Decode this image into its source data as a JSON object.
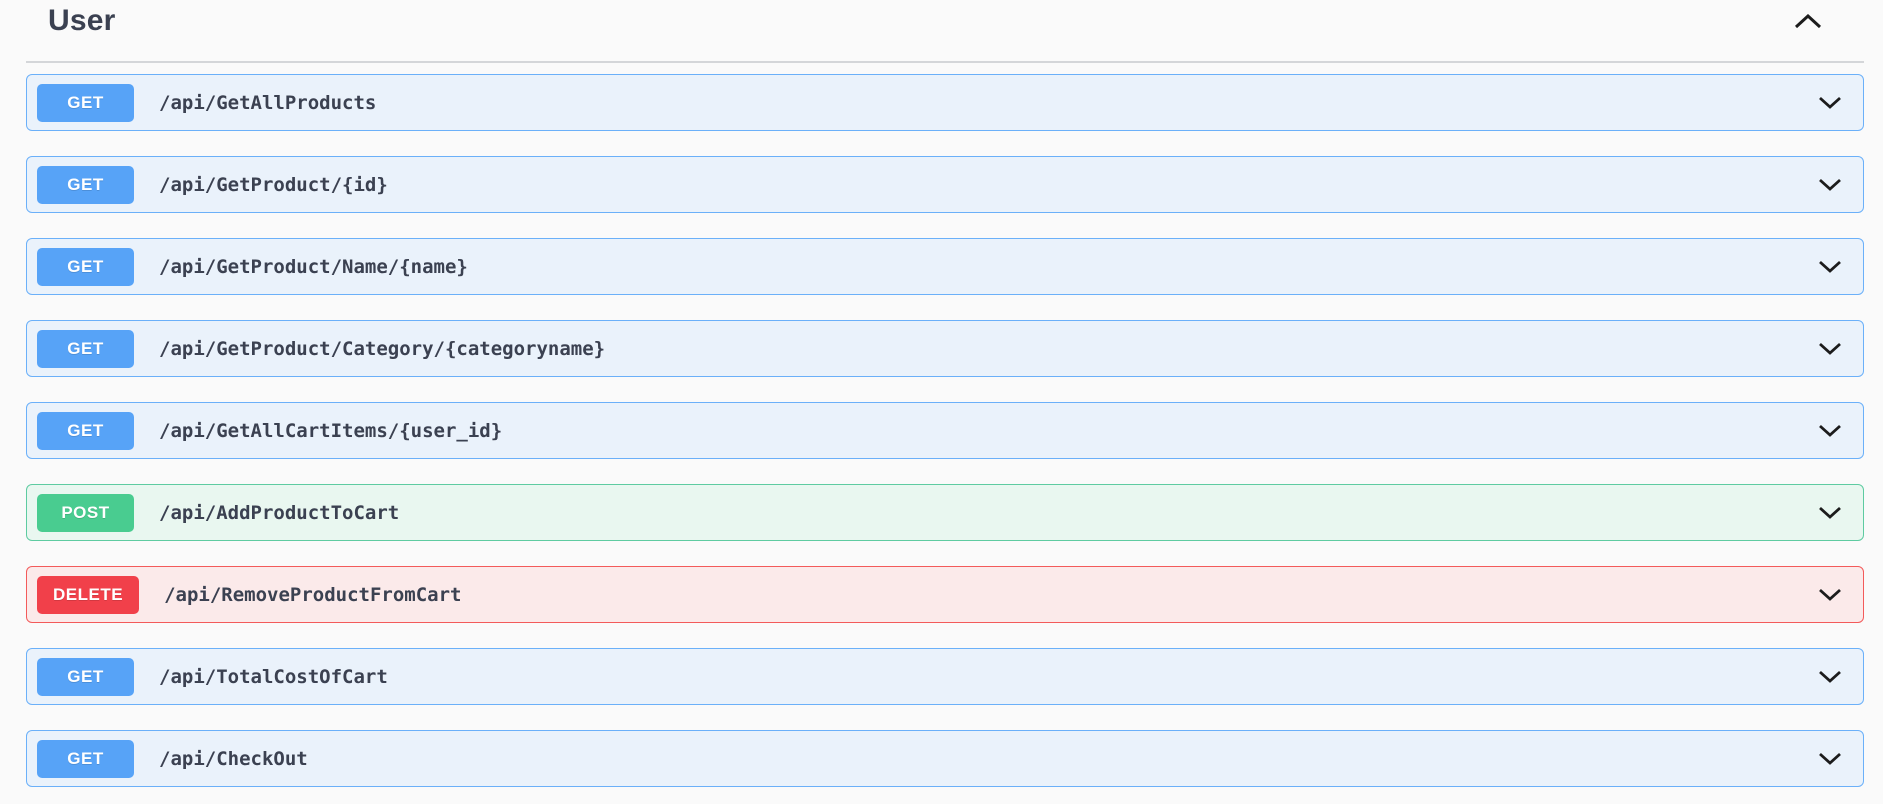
{
  "page": {
    "background_color": "#fafafa",
    "text_color": "#3b4151"
  },
  "section": {
    "title": "User",
    "collapse_icon": "chevron-up-icon",
    "expand_icon": "chevron-down-icon",
    "endpoints": [
      {
        "method": "GET",
        "path": "/api/GetAllProducts"
      },
      {
        "method": "GET",
        "path": "/api/GetProduct/{id}"
      },
      {
        "method": "GET",
        "path": "/api/GetProduct/Name/{name}"
      },
      {
        "method": "GET",
        "path": "/api/GetProduct/Category/{categoryname}"
      },
      {
        "method": "GET",
        "path": "/api/GetAllCartItems/{user_id}"
      },
      {
        "method": "POST",
        "path": "/api/AddProductToCart"
      },
      {
        "method": "DELETE",
        "path": "/api/RemoveProductFromCart"
      },
      {
        "method": "GET",
        "path": "/api/TotalCostOfCart"
      },
      {
        "method": "GET",
        "path": "/api/CheckOut"
      }
    ]
  },
  "method_styles": {
    "GET": {
      "badge": "#57a3f7",
      "border": "#6bb0f9",
      "background": "#eaf2fb"
    },
    "POST": {
      "badge": "#49cc90",
      "border": "#5ecba1",
      "background": "#e9f7f0"
    },
    "DELETE": {
      "badge": "#f1404a",
      "border": "#f35a5a",
      "background": "#fbeaea"
    }
  }
}
